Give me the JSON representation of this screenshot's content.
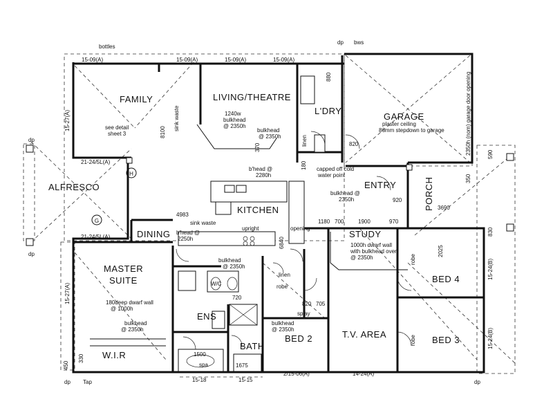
{
  "rooms": {
    "family": "FAMILY",
    "living_theatre": "LIVING/THEATRE",
    "laundry": "L'DRY",
    "garage": "GARAGE",
    "alfresco": "ALFRESCO",
    "kitchen": "KITCHEN",
    "dining": "DINING",
    "entry": "ENTRY",
    "porch": "PORCH",
    "study": "STUDY",
    "master_suite_1": "MASTER",
    "master_suite_2": "SUITE",
    "wir": "W.I.R",
    "ens": "ENS",
    "bath": "BATH",
    "bed2": "BED 2",
    "tv_area": "T.V. AREA",
    "bed3": "BED 3",
    "bed4": "BED 4",
    "robe": "robe",
    "linen": "linen",
    "wc": "W/C",
    "spa": "spa"
  },
  "notes": {
    "see_detail_1": "see detail",
    "see_detail_2": "sheet 3",
    "living_bulkhead_1": "1240w",
    "living_bulkhead_2": "bulkhead",
    "living_bulkhead_3": "@ 2350h",
    "bulkhead_label": "bulkhead",
    "bulkhead_2350": "@ 2350h",
    "garage_ceiling_1": "plaster ceiling",
    "garage_ceiling_2": "86mm stepdown to garage",
    "bhead_2280": "b'head @",
    "bhead_2280_val": "2280h",
    "capped_off_1": "capped off cold",
    "capped_off_2": "water point",
    "entry_bulkhead": "bulkhead @",
    "entry_bulkhead_val": "2350h",
    "sink_waste_top": "sink waste",
    "sink_waste": "sink waste",
    "upright": "upright",
    "dining_bhead": "b'head @",
    "dining_bhead_val": "2250h",
    "study_wall_1": "1000h dwarf wall",
    "study_wall_2": "with bulkhead over",
    "study_wall_3": "@ 2350h",
    "master_wall_1": "180deep dwarf wall",
    "master_wall_2": "@ 1000h",
    "ens_bulkhead": "@ 2350h",
    "bed2_bulkhead": "bulkhead",
    "bed2_bulkhead_val": "@ 2350h",
    "hall_bulkhead": "bulkhead",
    "hall_bulkhead_val": "@ 2350h",
    "garage_door": "2350h (nom) garage door opening",
    "splay": "splay",
    "opening": "opening",
    "bottles": "bottles",
    "bws": "bws",
    "dp": "dp",
    "tap": "Tap",
    "g_marker": "G",
    "h_marker": "H"
  },
  "dimensions": {
    "d8100": "8100",
    "d4983": "4983",
    "d1180": "1180",
    "d700": "700",
    "d1900": "1900",
    "d970": "970",
    "d3690": "3690",
    "d920": "920",
    "d820": "820",
    "d720": "720",
    "d705": "705",
    "d1500": "1500",
    "d1675": "1675",
    "d180": "180",
    "d350": "350",
    "d370": "370",
    "d330": "330",
    "d450": "450",
    "d590": "590",
    "d830": "830",
    "d880": "880",
    "d2025": "2025",
    "d6840": "6840",
    "top_1509a": "15-09(A)",
    "top_1509": "15-09",
    "left_1527": "15-27(A)",
    "left_2124": "21-24/5L(A)",
    "right_1524": "15-24(B)",
    "bottom_1518": "15-18",
    "bottom_1515": "15-15",
    "bottom_2115": "2/15-06(A)",
    "bottom_1424": "14-24(A)"
  }
}
